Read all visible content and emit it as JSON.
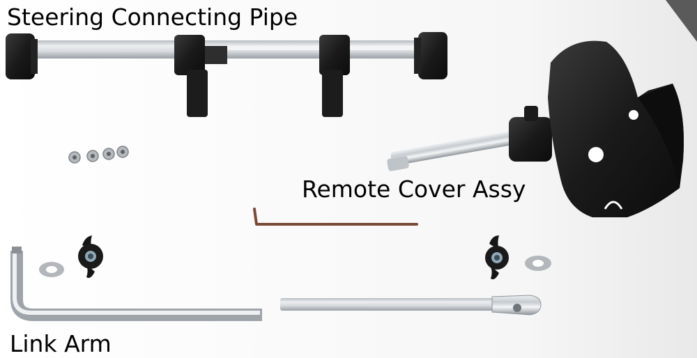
{
  "labels": {
    "steering_connecting_pipe": "Steering Connecting Pipe",
    "remote_cover_assy": "Remote Cover Assy",
    "link_arm": "Link Arm"
  },
  "colors": {
    "background": "#ffffff",
    "floor_shadow": "#ececec",
    "black_plastic": "#1b1b1b",
    "steel": "#c9cdd2",
    "steel_dark": "#8d9399",
    "hex_key": "#7a4a36",
    "label_text": "#000000"
  },
  "parts": [
    "steering-connecting-pipe",
    "screws",
    "remote-cover-assy",
    "hex-key",
    "wing-nut-left",
    "washer-left",
    "wing-nut-right",
    "washer-right",
    "link-arm"
  ]
}
